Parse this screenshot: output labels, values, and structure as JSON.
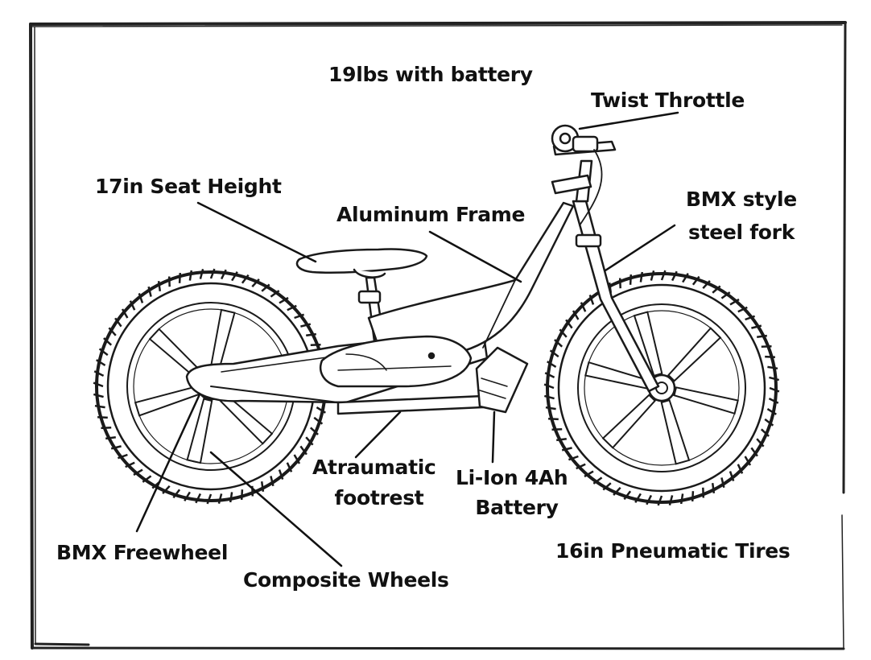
{
  "labels": {
    "weight": "19lbs with battery",
    "throttle": "Twist Throttle",
    "seat_height": "17in Seat Height",
    "frame": "Aluminum Frame",
    "fork_line1": "BMX style",
    "fork_line2": "steel fork",
    "footrest_line1": "Atraumatic",
    "footrest_line2": "footrest",
    "battery_line1": "Li-Ion 4Ah",
    "battery_line2": "Battery",
    "freewheel": "BMX Freewheel",
    "tires": "16in Pneumatic Tires",
    "wheels": "Composite Wheels"
  },
  "colors": {
    "ink": "#111111",
    "paper": "#ffffff"
  }
}
